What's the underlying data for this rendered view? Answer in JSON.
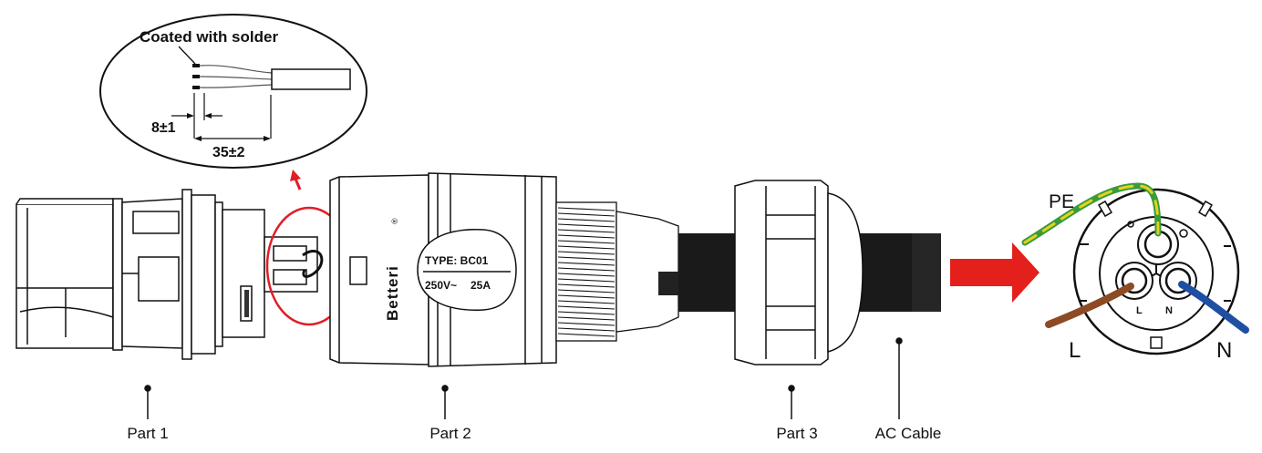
{
  "inset": {
    "callout": "Coated with solder",
    "dim_strip": "8±1",
    "dim_jacket": "35±2"
  },
  "connector": {
    "brand": "Betteri",
    "brand_mark": "®",
    "type_label": "TYPE: BC01",
    "rating_voltage": "250V~",
    "rating_current": "25A"
  },
  "parts": {
    "part1": "Part 1",
    "part2": "Part 2",
    "part3": "Part 3",
    "cable": "AC Cable"
  },
  "terminals": {
    "pe": "PE",
    "l": "L",
    "n": "N",
    "pin_l": "L",
    "pin_n": "N"
  },
  "colors": {
    "highlight": "#e01e25",
    "arrow": "#e3201b",
    "pe_yellow": "#e5d21c",
    "pe_green": "#3a9b3d",
    "live_brown": "#8c4b24",
    "neutral_blue": "#1f4fa3",
    "cable_black": "#1a1a1a"
  }
}
